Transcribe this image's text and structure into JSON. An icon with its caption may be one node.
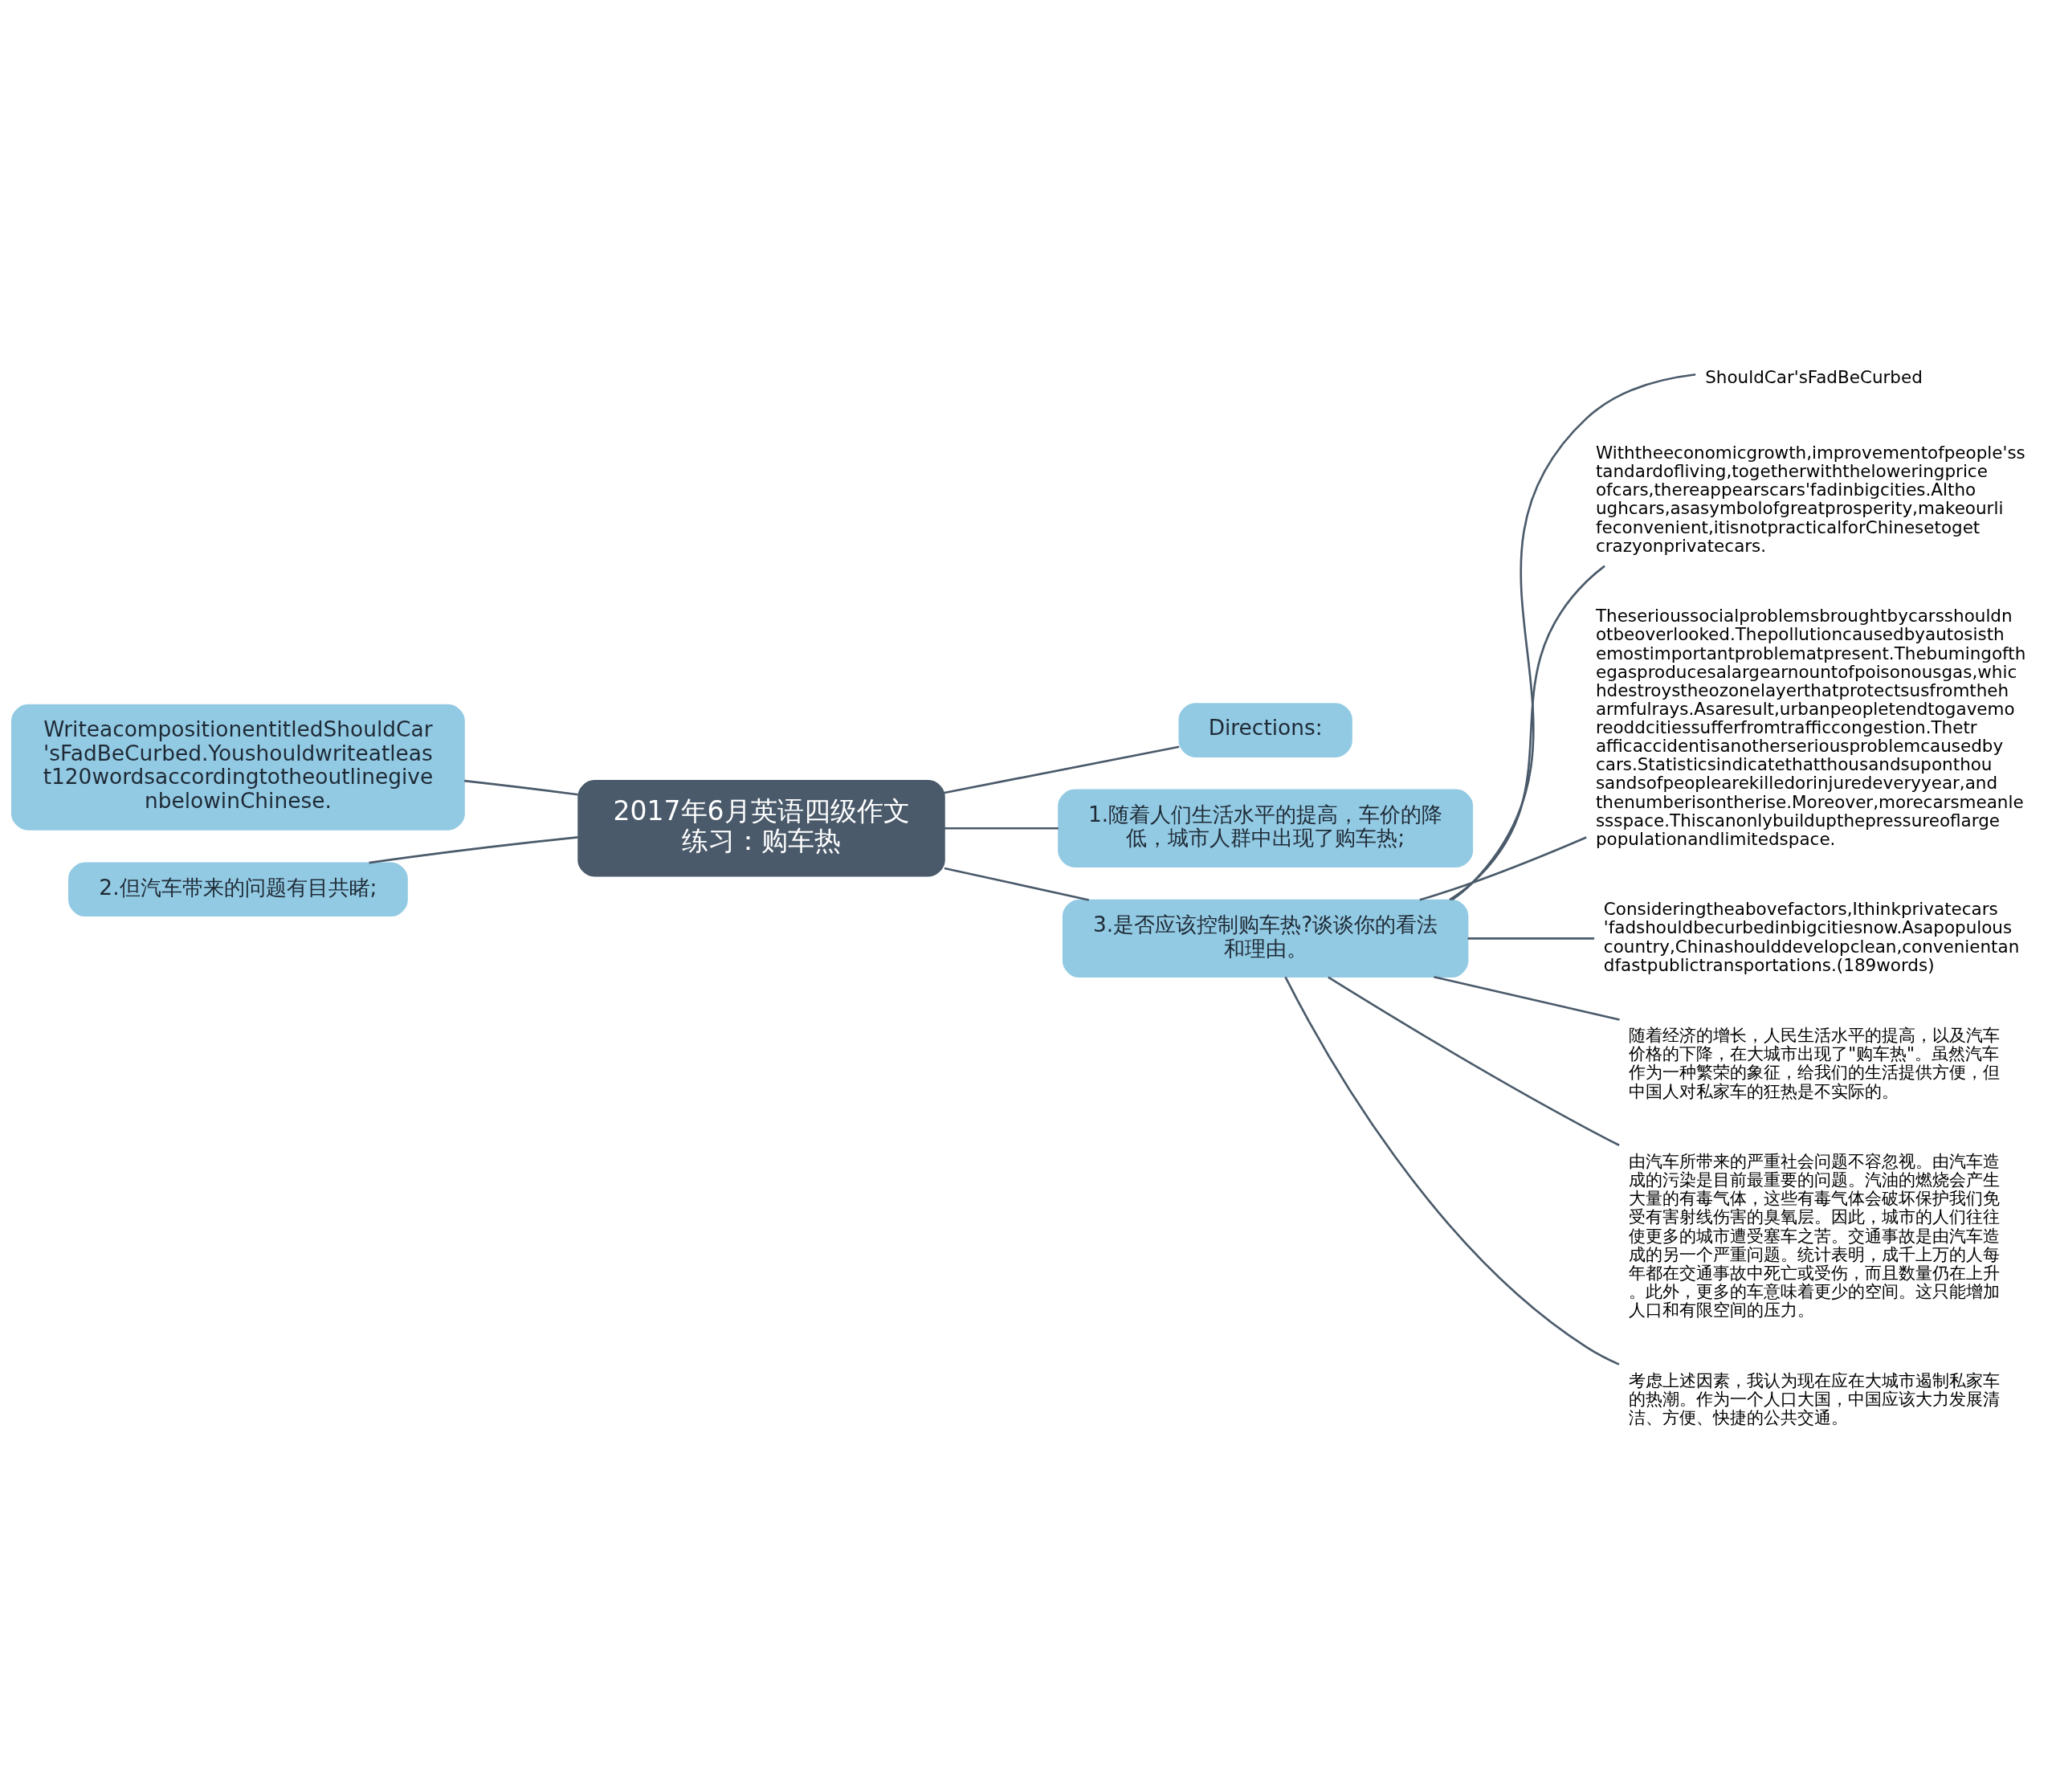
{
  "diagram": {
    "nodes": [
      {
        "text": [
          "2017年6月英语四级作文练习：购车热"
        ]
      },
      {
        "text": [
          "Directions:"
        ]
      },
      {
        "text": [
          "1.随着人们生活水平的提高，车价的降低，城市人群中出现了购车热;"
        ]
      },
      {
        "text": [
          "3.是否应该控制购车热?谈谈你的看法和理由。"
        ]
      },
      {
        "text": [
          "WriteacompositionentitledShouldCar'sFadBeCurbed.Youshouldwriteatleast120wordsaccordingtotheoutlinegivenbelowinChinese."
        ]
      },
      {
        "text": [
          "2.但汽车带来的问题有目共睹;"
        ]
      },
      {
        "text": [
          "ShouldCar'sFadBeCurbed"
        ]
      },
      {
        "text": [
          "Withtheeconomicgrowth,improvementofpeople'sstandardofliving,togetherwiththeloweringpriceofcars,thereappearscars'fadinbigcities.Althoughcars,asasymbolofgreatprosperity,makeourlifeconvenient,itisnotpracticalforChinesetogetcrazyonprivatecars."
        ]
      },
      {
        "text": [
          "Theserioussocialproblemsbroughtbycarsshouldnotbeoverlooked.Thepollutioncausedbyautosisthemostimportantproblematpresent.Thebumingofthegasproducesalargearnountofpoisonousgas,whichdestroystheozonelayerthatprotectsusfromtheharmfulrays.Asaresult,urbanpeopletendtogavemoreoddcitiessufferfromtrafficcongestion.Thetrafficaccidentisanotherseriousproblemcausedbycars.Statisticsindicatethatthousandsuponthousandsofpeoplearekilledorinjuredeveryyear,andthenumberisontherise.Moreover,morecarsmeanlessspace.Thiscanonlybuildupthepressureoflargepopulationandlimitedspace."
        ]
      },
      {
        "text": [
          "Consideringtheabovefactors,Ithinkprivatecars'fadshouldbecurbedinbigcitiesnow.Asapopulouscountry,Chinashoulddevelopclean,convenientandfastpublictransportations.(189words)"
        ]
      },
      {
        "text": [
          "随着经济的增长，人民生活水平的提高，以及汽车价格的下降，在大城市出现了\"购车热\"。虽然汽车作为一种繁荣的象征，给我们的生活提供方便，但中国人对私家车的狂热是不实际的。"
        ]
      },
      {
        "text": [
          "由汽车所带来的严重社会问题不容忽视。由汽车造成的污染是目前最重要的问题。汽油的燃烧会产生大量的有毒气体，这些有毒气体会破坏保护我们免受有害射线伤害的臭氧层。因此，城市的人们往往使更多的城市遭受塞车之苦。交通事故是由汽车造成的另一个严重问题。统计表明，成千上万的人每年都在交通事故中死亡或受伤，而且数量仍在上升。此外，更多的车意味着更少的空间。这只能增加人口和有限空间的压力。"
        ]
      },
      {
        "text": [
          "考虑上述因素，我认为现在应在大城市遏制私家车的热潮。作为一个人口大国，中国应该大力发展清洁、方便、快捷的公共交通。"
        ]
      }
    ],
    "edges": [
      {
        "from": 0,
        "to": 1,
        "arrow": "none"
      },
      {
        "from": 0,
        "to": 2,
        "arrow": "none"
      },
      {
        "from": 0,
        "to": 3,
        "arrow": "none"
      },
      {
        "from": 0,
        "to": 4,
        "arrow": "none"
      },
      {
        "from": 0,
        "to": 5,
        "arrow": "none"
      },
      {
        "from": 3,
        "to": 6,
        "arrow": "none"
      },
      {
        "from": 3,
        "to": 7,
        "arrow": "none"
      },
      {
        "from": 3,
        "to": 8,
        "arrow": "none"
      },
      {
        "from": 3,
        "to": 9,
        "arrow": "none"
      },
      {
        "from": 3,
        "to": 10,
        "arrow": "none"
      },
      {
        "from": 3,
        "to": 11,
        "arrow": "none"
      },
      {
        "from": 3,
        "to": 12,
        "arrow": "none"
      }
    ]
  }
}
